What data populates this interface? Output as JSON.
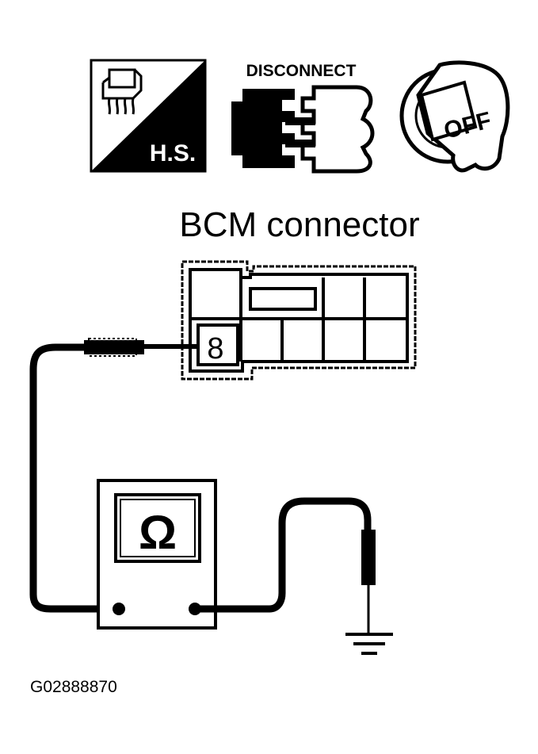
{
  "icons": {
    "harness": {
      "label": "H.S."
    },
    "disconnect": {
      "label": "DISCONNECT"
    },
    "ignition_key": {
      "label": "OFF"
    }
  },
  "connector": {
    "title": "BCM connector",
    "terminal_label": "8"
  },
  "meter": {
    "symbol": "Ω"
  },
  "figure_id": "G02888870",
  "colors": {
    "ink": "#000000",
    "paper": "#ffffff"
  }
}
